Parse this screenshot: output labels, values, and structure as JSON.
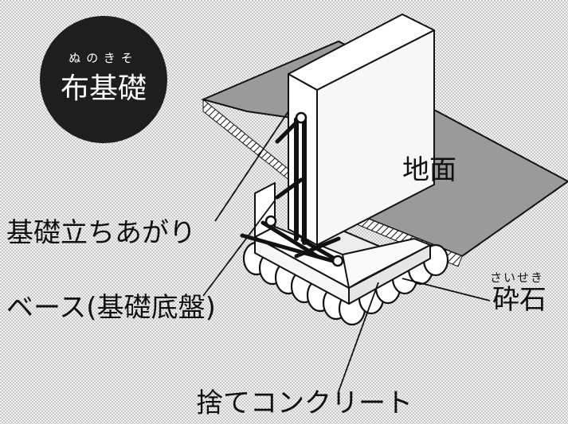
{
  "badge": {
    "ruby": "ぬのきそ",
    "title": "布基礎"
  },
  "labels": {
    "ground": "地面",
    "stem": "基礎立ちあがり",
    "base": "ベース(基礎底盤)",
    "gravel_ruby": "さいせき",
    "gravel": "砕石",
    "blinding": "捨てコンクリート"
  },
  "colors": {
    "ground_fill": "#9a9a9a",
    "line": "#111111",
    "background": "#ffffff"
  }
}
